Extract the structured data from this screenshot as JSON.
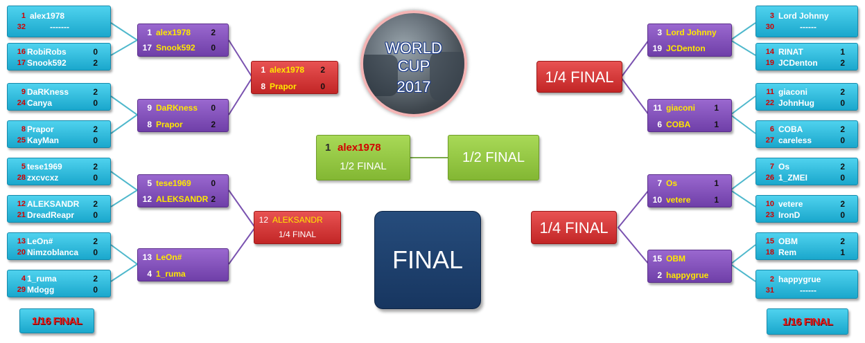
{
  "logo": {
    "line1": "WORLD",
    "line2": "CUP",
    "line3": "2017"
  },
  "labels": {
    "r16_left": "1/16 FINAL",
    "r16_right": "1/16 FINAL",
    "qf_right_top": "1/4 FINAL",
    "qf_right_bottom": "1/4 FINAL",
    "semi_left_label": "1/2 FINAL",
    "semi_right": "1/2 FINAL",
    "final": "FINAL",
    "qf_left_bottom_label": "1/4 FINAL"
  },
  "r16_left": [
    {
      "p1": {
        "seed": "1",
        "name": "alex1978"
      },
      "p2": {
        "seed": "32",
        "bye": "-------"
      }
    },
    {
      "p1": {
        "seed": "16",
        "name": "RobiRobs",
        "score": "0"
      },
      "p2": {
        "seed": "17",
        "name": "Snook592",
        "score": "2"
      }
    },
    {
      "p1": {
        "seed": "9",
        "name": "DaRKness",
        "score": "2"
      },
      "p2": {
        "seed": "24",
        "name": "Canya",
        "score": "0"
      }
    },
    {
      "p1": {
        "seed": "8",
        "name": "Prapor",
        "score": "2"
      },
      "p2": {
        "seed": "25",
        "name": "KayMan",
        "score": "0"
      }
    },
    {
      "p1": {
        "seed": "5",
        "name": "tese1969",
        "score": "2"
      },
      "p2": {
        "seed": "28",
        "name": "zxcvcxz",
        "score": "0"
      }
    },
    {
      "p1": {
        "seed": "12",
        "name": "ALEKSANDR",
        "score": "2"
      },
      "p2": {
        "seed": "21",
        "name": "DreadReapr",
        "score": "0"
      }
    },
    {
      "p1": {
        "seed": "13",
        "name": "LeOn#",
        "score": "2"
      },
      "p2": {
        "seed": "20",
        "name": "Nimzoblanca",
        "score": "0"
      }
    },
    {
      "p1": {
        "seed": "4",
        "name": "1_ruma",
        "score": "2"
      },
      "p2": {
        "seed": "29",
        "name": "Mdogg",
        "score": "0"
      }
    }
  ],
  "r16_right": [
    {
      "p1": {
        "seed": "3",
        "name": "Lord Johnny"
      },
      "p2": {
        "seed": "30",
        "bye": "------"
      }
    },
    {
      "p1": {
        "seed": "14",
        "name": "RINAT",
        "score": "1"
      },
      "p2": {
        "seed": "19",
        "name": "JCDenton",
        "score": "2"
      }
    },
    {
      "p1": {
        "seed": "11",
        "name": "giaconi",
        "score": "2"
      },
      "p2": {
        "seed": "22",
        "name": "JohnHug",
        "score": "0"
      }
    },
    {
      "p1": {
        "seed": "6",
        "name": "COBA",
        "score": "2"
      },
      "p2": {
        "seed": "27",
        "name": "careless",
        "score": "0"
      }
    },
    {
      "p1": {
        "seed": "7",
        "name": "Os",
        "score": "2"
      },
      "p2": {
        "seed": "26",
        "name": "1_ZMEI",
        "score": "0"
      }
    },
    {
      "p1": {
        "seed": "10",
        "name": "vetere",
        "score": "2"
      },
      "p2": {
        "seed": "23",
        "name": "IronD",
        "score": "0"
      }
    },
    {
      "p1": {
        "seed": "15",
        "name": "OBM",
        "score": "2"
      },
      "p2": {
        "seed": "18",
        "name": "Rem",
        "score": "1"
      }
    },
    {
      "p1": {
        "seed": "2",
        "name": "happygrue"
      },
      "p2": {
        "seed": "31",
        "bye": "------"
      }
    }
  ],
  "r8_left": [
    {
      "p1": {
        "seed": "1",
        "name": "alex1978",
        "score": "2"
      },
      "p2": {
        "seed": "17",
        "name": "Snook592",
        "score": "0"
      }
    },
    {
      "p1": {
        "seed": "9",
        "name": "DaRKness",
        "score": "0"
      },
      "p2": {
        "seed": "8",
        "name": "Prapor",
        "score": "2"
      }
    },
    {
      "p1": {
        "seed": "5",
        "name": "tese1969",
        "score": "0"
      },
      "p2": {
        "seed": "12",
        "name": "ALEKSANDR",
        "score": "2"
      }
    },
    {
      "p1": {
        "seed": "13",
        "name": "LeOn#"
      },
      "p2": {
        "seed": "4",
        "name": "1_ruma"
      }
    }
  ],
  "r8_right": [
    {
      "p1": {
        "seed": "3",
        "name": "Lord Johnny"
      },
      "p2": {
        "seed": "19",
        "name": "JCDenton"
      }
    },
    {
      "p1": {
        "seed": "11",
        "name": "giaconi",
        "score": "1"
      },
      "p2": {
        "seed": "6",
        "name": "COBA",
        "score": "1"
      }
    },
    {
      "p1": {
        "seed": "7",
        "name": "Os",
        "score": "1"
      },
      "p2": {
        "seed": "10",
        "name": "vetere",
        "score": "1"
      }
    },
    {
      "p1": {
        "seed": "15",
        "name": "OBM"
      },
      "p2": {
        "seed": "2",
        "name": "happygrue"
      }
    }
  ],
  "qf_left_top": {
    "p1": {
      "seed": "1",
      "name": "alex1978",
      "score": "2"
    },
    "p2": {
      "seed": "8",
      "name": "Prapor",
      "score": "0"
    }
  },
  "qf_left_bottom": {
    "p1": {
      "seed": "12",
      "name": "ALEKSANDR"
    }
  },
  "semi_left": {
    "seed": "1",
    "name": "alex1978"
  },
  "colors": {
    "seed_red": "#d10000",
    "name_yellow": "#ffe800",
    "cyan": "#1aa7cc",
    "purple": "#6f3fa8",
    "red": "#c22626",
    "green": "#83b733",
    "navy": "#173660"
  }
}
